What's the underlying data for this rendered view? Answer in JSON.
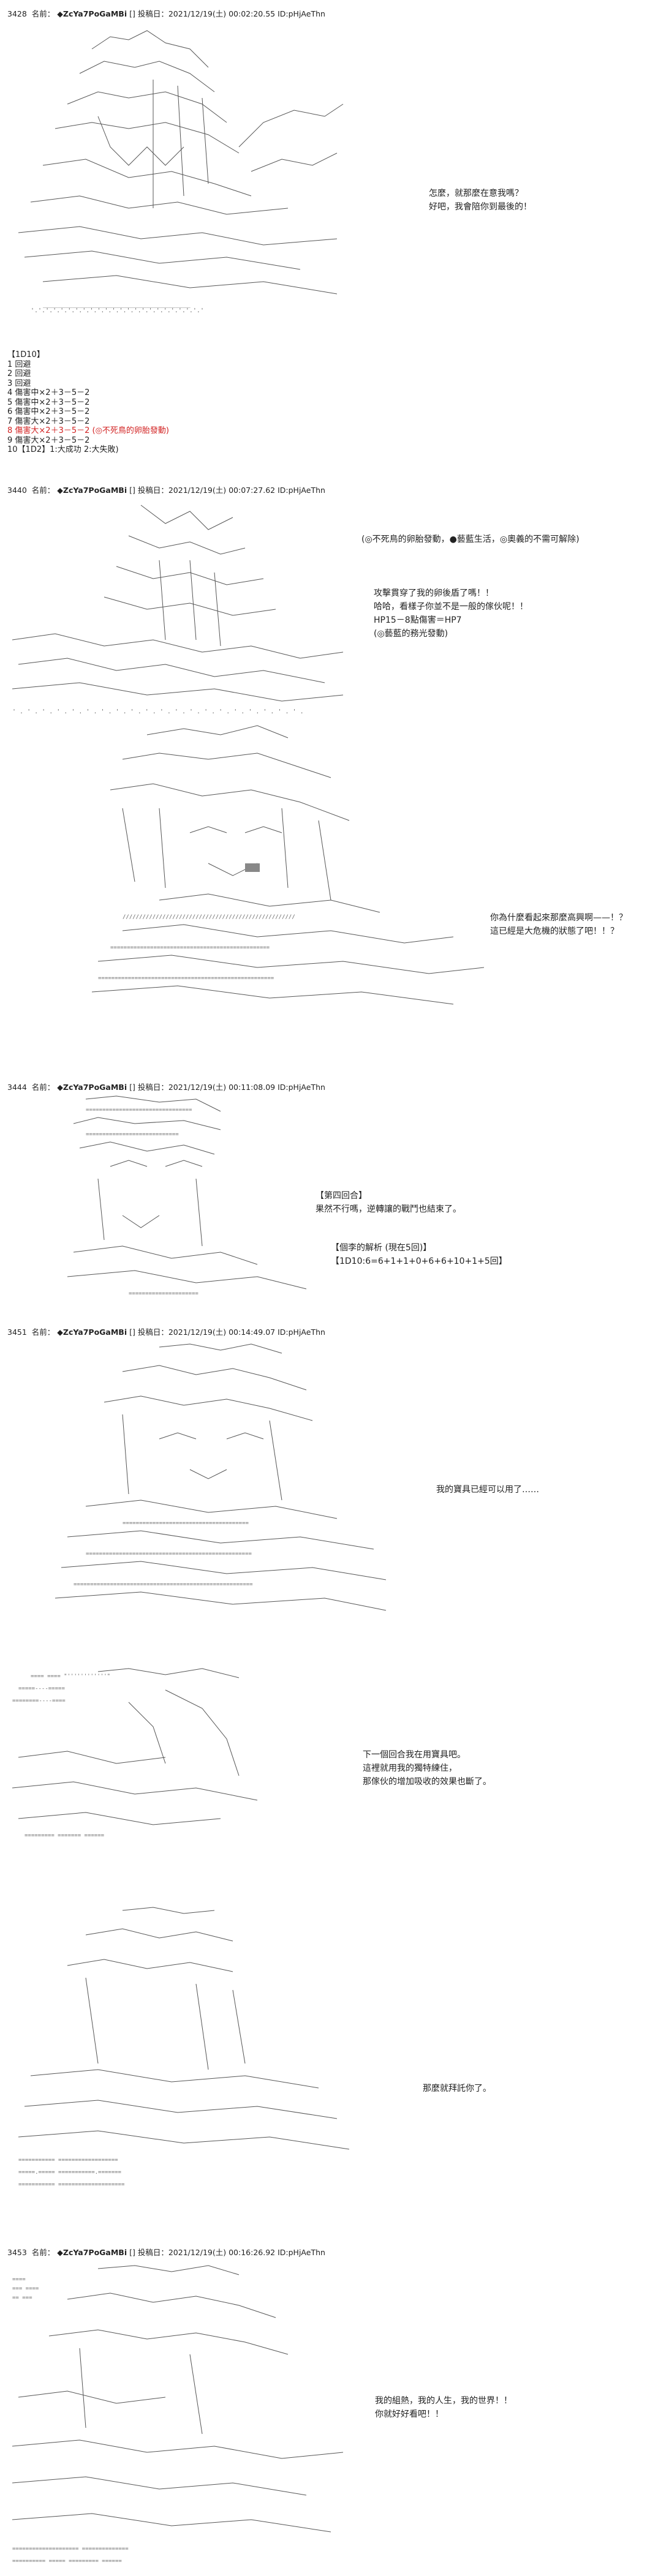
{
  "posts": [
    {
      "number": "3428",
      "name_label": "名前：",
      "trip": "◆ZcYa7PoGaMBi",
      "rest": "[] 投稿日：2021/12/19(土) 00:02:20.55 ID:pHjAeThn",
      "dialog": [
        "怎麼，就那麼在意我嗎？",
        "好吧，我會陪你到最後的！"
      ]
    },
    {
      "number": "3440",
      "name_label": "名前：",
      "trip": "◆ZcYa7PoGaMBi",
      "rest": "[] 投稿日：2021/12/19(土) 00:07:27.62 ID:pHjAeThn",
      "dialog_a": [
        "(◎不死鳥的卵胎發動，●藝藍生活，◎奧義的不需可解除)"
      ],
      "dialog_b": [
        "攻擊貫穿了我的卵後盾了嗎！！",
        "哈哈，看樣子你並不是一般的傢伙呢！！",
        "HP15－8點傷害＝HP7",
        "(◎藝藍的務光發動)"
      ],
      "dialog_c": [
        "你為什麼看起來那麼高興啊——！？",
        "這已經是大危機的狀態了吧！！？"
      ]
    },
    {
      "number": "3444",
      "name_label": "名前：",
      "trip": "◆ZcYa7PoGaMBi",
      "rest": "[] 投稿日：2021/12/19(土) 00:11:08.09 ID:pHjAeThn",
      "dialog_a": [
        "【第四回合】",
        "果然不行嗎，逆轉讓的戰鬥也結束了。"
      ],
      "dialog_b": [
        "【個李的解析 (現在5回)】",
        "【1D10:6=6+1+1+0+6+6+10+1+5回】"
      ]
    },
    {
      "number": "3451",
      "name_label": "名前：",
      "trip": "◆ZcYa7PoGaMBi",
      "rest": "[] 投稿日：2021/12/19(土) 00:14:49.07 ID:pHjAeThn",
      "dialog_a": [
        "我的寶具已經可以用了……"
      ],
      "dialog_b": [
        "下一個回合我在用寶具吧。",
        "這裡就用我的獨特練住，",
        "那傢伙的增加吸收的效果也斷了。"
      ],
      "dialog_c": [
        "那麼就拜託你了。"
      ]
    },
    {
      "number": "3453",
      "name_label": "名前：",
      "trip": "◆ZcYa7PoGaMBi",
      "rest": "[] 投稿日：2021/12/19(土) 00:16:26.92 ID:pHjAeThn",
      "dialog": [
        "我的組熱，我的人生，我的世界！！",
        "你就好好看吧！！"
      ]
    }
  ],
  "roll_list": {
    "header": "【1D10】",
    "items": [
      "1 回避",
      "2 回避",
      "3 回避",
      "4 傷害中×2＋3－5－2",
      "5 傷害中×2＋3－5－2",
      "6 傷害中×2＋3－5－2",
      "7 傷害大×2＋3－5－2",
      "8 傷害大×2＋3－5－2 (◎不死鳥的卵胎發動)",
      "9 傷害大×2＋3－5－2",
      "10【1D2】1:大成功 2:大失敗)"
    ],
    "highlight_index": 7,
    "highlight_color": "#d22222"
  }
}
